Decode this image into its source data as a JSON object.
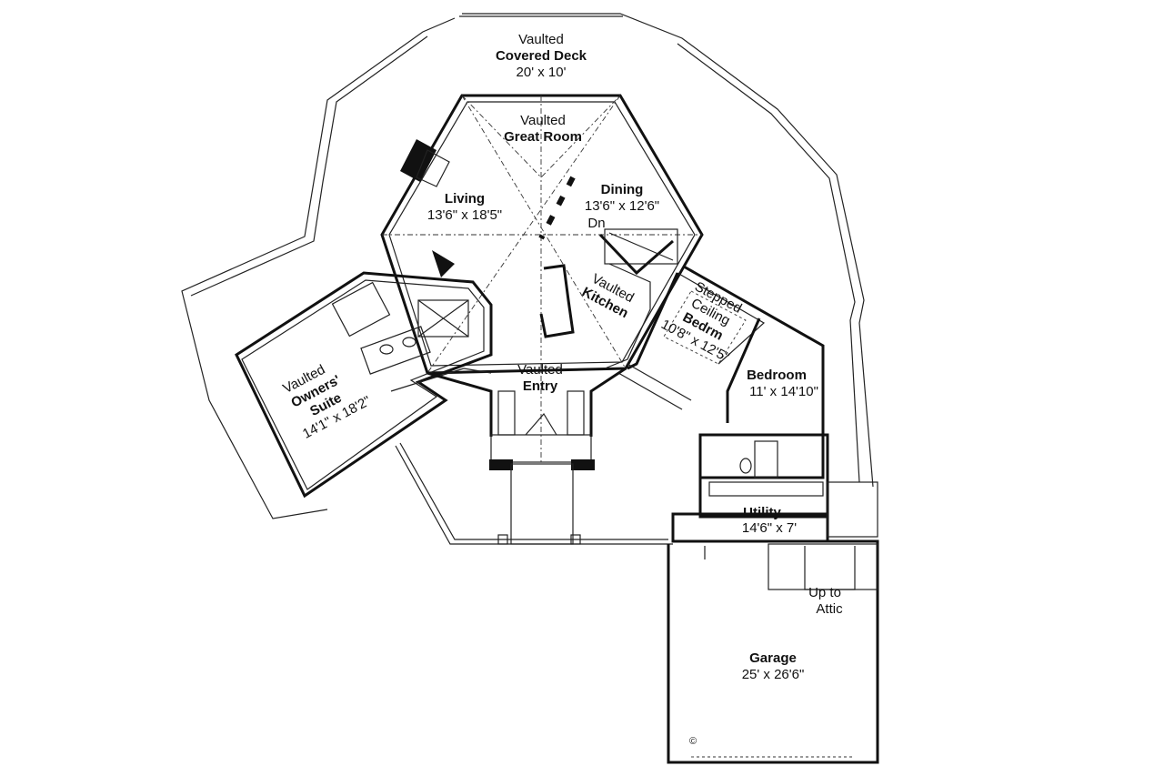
{
  "rooms": {
    "covered_deck": {
      "line1": "Vaulted",
      "name": "Covered Deck",
      "size": "20' x 10'"
    },
    "great_room": {
      "line1": "Vaulted",
      "name": "Great Room"
    },
    "living": {
      "name": "Living",
      "size": "13'6\" x 18'5\""
    },
    "dining": {
      "name": "Dining",
      "size": "13'6\" x 12'6\""
    },
    "stairs_down": "Dn",
    "kitchen": {
      "line1": "Vaulted",
      "name": "Kitchen"
    },
    "stepped_bedroom": {
      "line1": "Stepped",
      "line2": "Ceiling",
      "name": "Bedrm",
      "size": "10'8\" x 12'5\""
    },
    "bedroom": {
      "name": "Bedroom",
      "size": "11' x 14'10\""
    },
    "owners_suite": {
      "line1": "Vaulted",
      "name": "Owners'",
      "name2": "Suite",
      "size": "14'1\" x 18'2\""
    },
    "entry": {
      "line1": "Vaulted",
      "name": "Entry"
    },
    "utility": {
      "name": "Utility",
      "size": "14'6\" x 7'"
    },
    "attic": {
      "line1": "Up to",
      "line2": "Attic"
    },
    "garage": {
      "name": "Garage",
      "size": "25' x 26'6\""
    }
  },
  "copyright": "©"
}
